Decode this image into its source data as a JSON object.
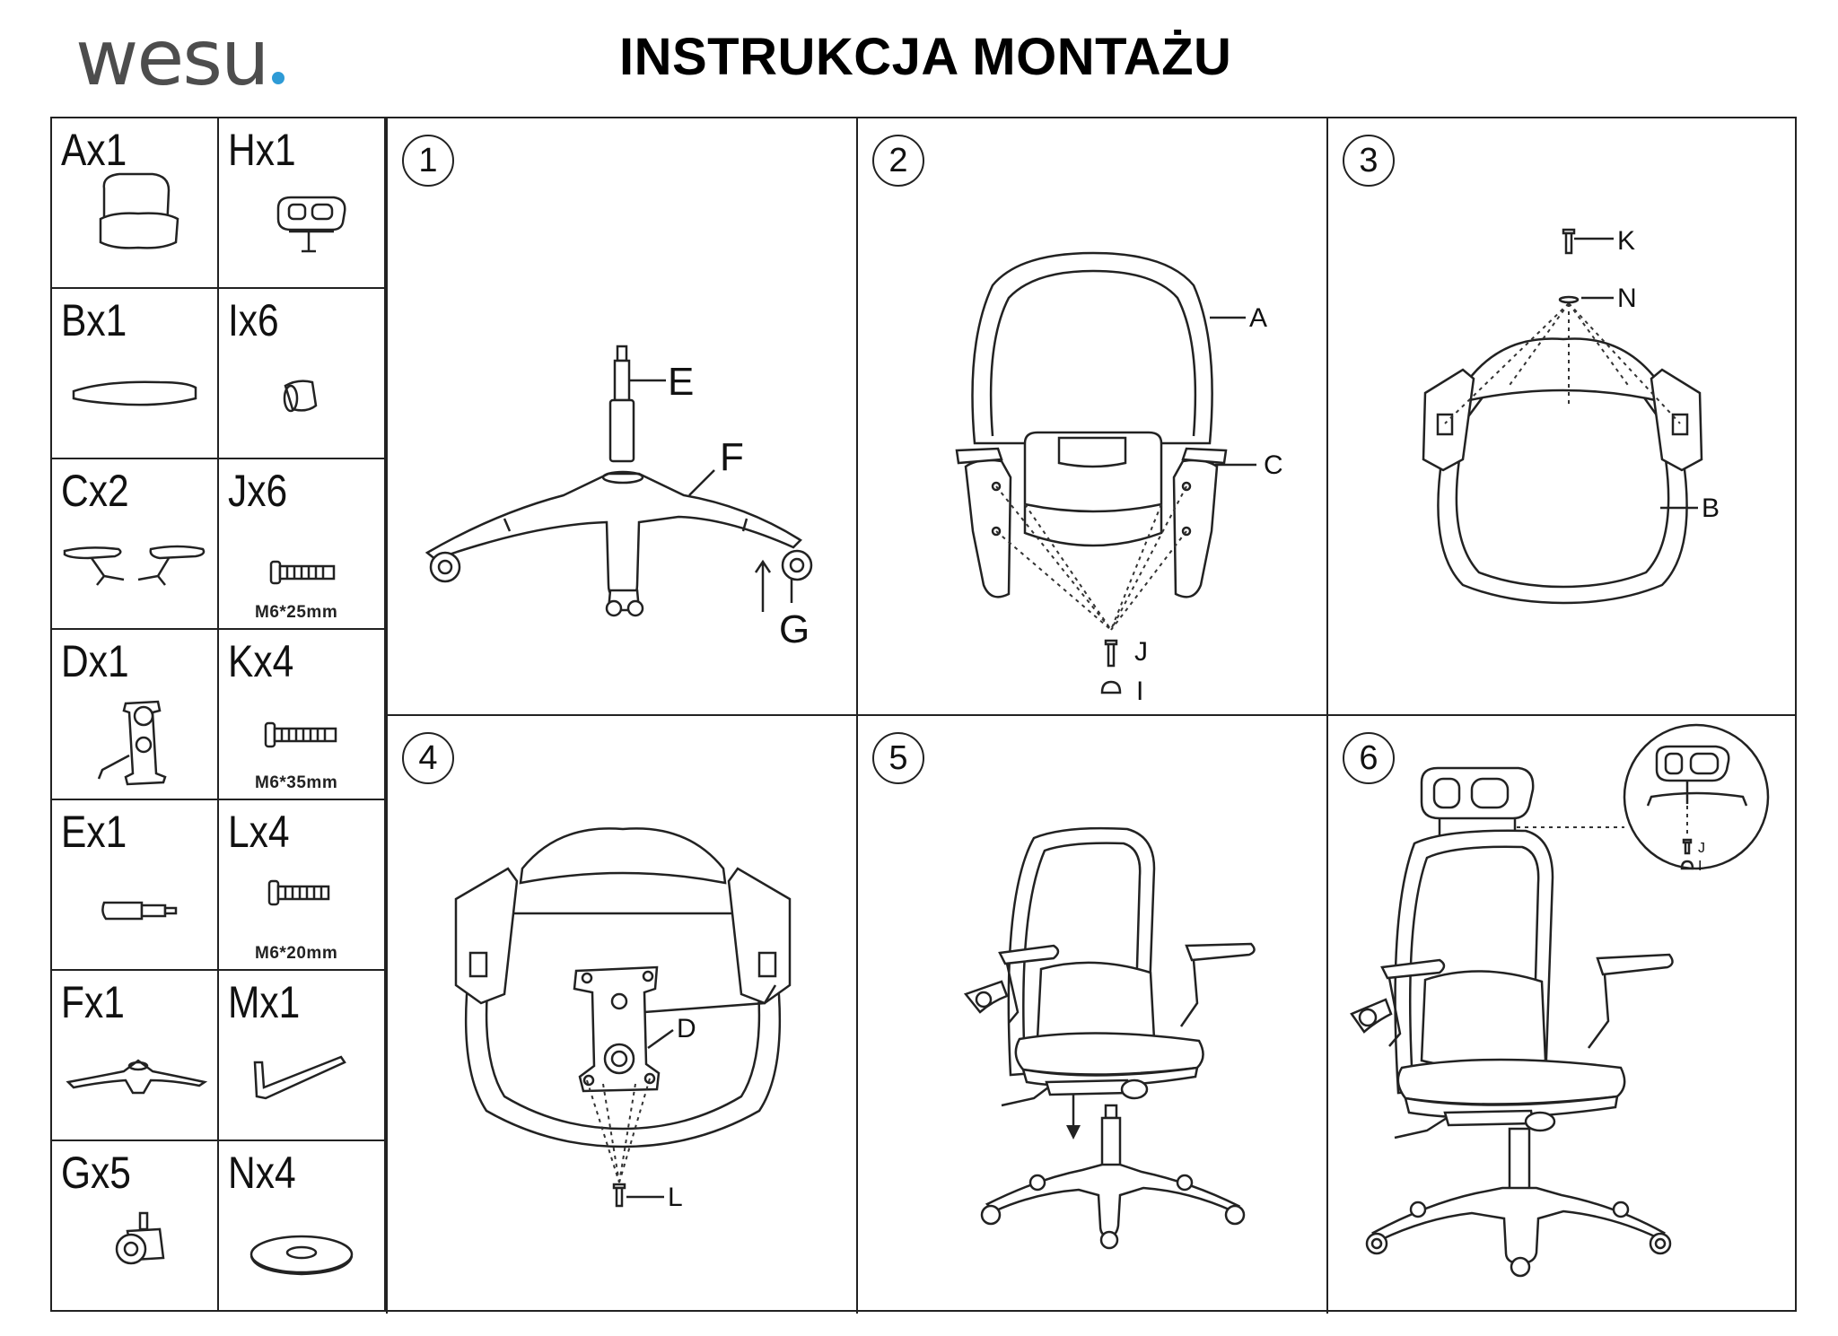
{
  "header": {
    "brand": "wesu",
    "title": "INSTRUKCJA MONTAŻU",
    "brand_dot_color": "#2e9bd6"
  },
  "parts": [
    {
      "label": "Ax1",
      "icon": "backrest-icon"
    },
    {
      "label": "Hx1",
      "icon": "headrest-icon"
    },
    {
      "label": "Bx1",
      "icon": "seat-cushion-icon"
    },
    {
      "label": "Ix6",
      "icon": "cap-icon"
    },
    {
      "label": "Cx2",
      "icon": "armrest-icon"
    },
    {
      "label": "Jx6",
      "icon": "screw-icon",
      "spec": "M6*25mm"
    },
    {
      "label": "Dx1",
      "icon": "mechanism-icon"
    },
    {
      "label": "Kx4",
      "icon": "screw-icon",
      "spec": "M6*35mm"
    },
    {
      "label": "Ex1",
      "icon": "gas-lift-icon"
    },
    {
      "label": "Lx4",
      "icon": "screw-icon",
      "spec": "M6*20mm"
    },
    {
      "label": "Fx1",
      "icon": "star-base-icon"
    },
    {
      "label": "Mx1",
      "icon": "allen-key-icon"
    },
    {
      "label": "Gx5",
      "icon": "caster-icon"
    },
    {
      "label": "Nx4",
      "icon": "washer-icon"
    }
  ],
  "steps": [
    {
      "number": "1",
      "callouts": [
        "E",
        "F",
        "G"
      ]
    },
    {
      "number": "2",
      "callouts": [
        "A",
        "C",
        "J",
        "I"
      ]
    },
    {
      "number": "3",
      "callouts": [
        "K",
        "N",
        "B"
      ]
    },
    {
      "number": "4",
      "callouts": [
        "D",
        "L"
      ]
    },
    {
      "number": "5",
      "callouts": []
    },
    {
      "number": "6",
      "callouts": [
        "J",
        "I"
      ]
    }
  ]
}
